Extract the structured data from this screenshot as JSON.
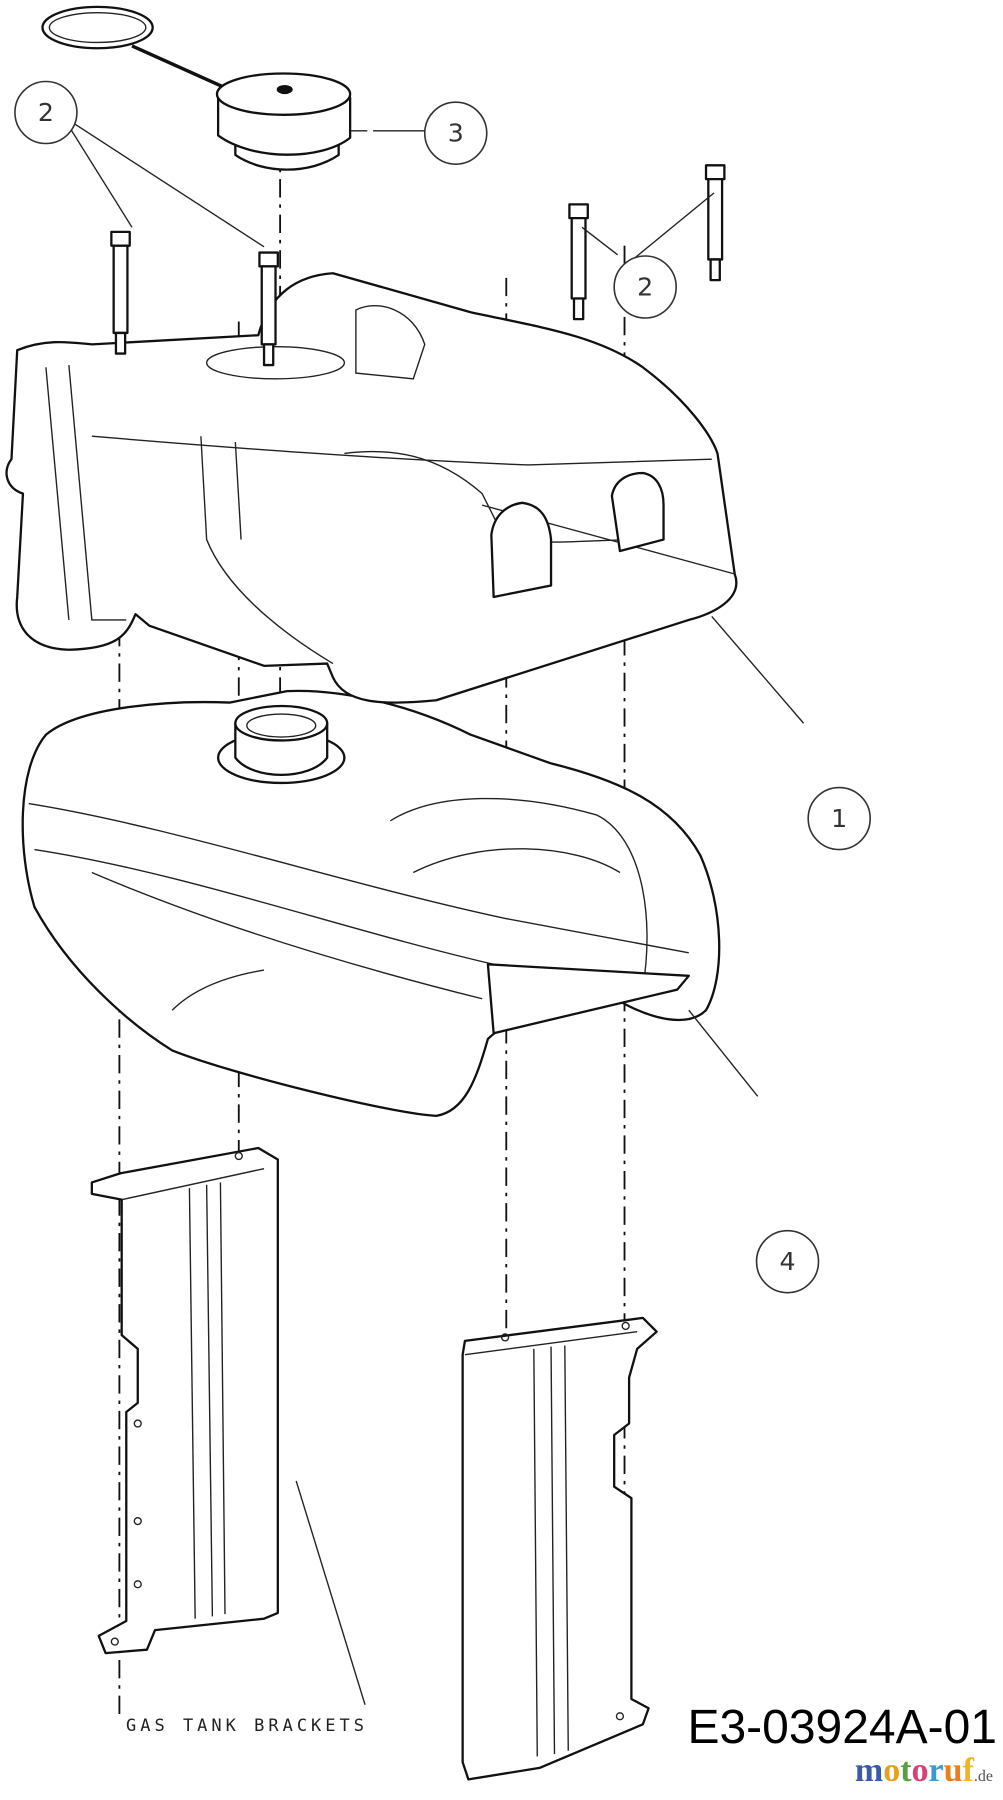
{
  "diagram": {
    "callouts": [
      {
        "label": "2",
        "part": "bolt"
      },
      {
        "label": "3",
        "part": "fuel-cap"
      },
      {
        "label": "2",
        "part": "bolt"
      },
      {
        "label": "1",
        "part": "tank-cover"
      },
      {
        "label": "4",
        "part": "fuel-tank"
      }
    ],
    "caption": "GAS TANK BRACKETS",
    "drawing_code": "E3-03924A-01"
  },
  "watermark": {
    "logo_text": "motoruf",
    "logo_suffix": ".de",
    "colors": [
      "#3b5ba5",
      "#e8a020",
      "#5aa040",
      "#d8407a",
      "#3a9ad0",
      "#e88020",
      "#f0b820"
    ]
  }
}
